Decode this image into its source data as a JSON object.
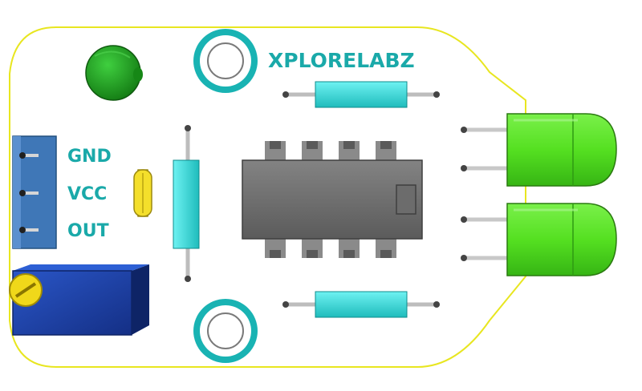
{
  "brand": {
    "text": "XPLORELABZ",
    "color": "#1aa9a9"
  },
  "pins": {
    "labels": [
      "GND",
      "VCC",
      "OUT"
    ],
    "color": "#1aa9a9"
  },
  "colors": {
    "board": "#ffffff",
    "outline": "#e8e620",
    "teal": "#19b3b3",
    "resistor": "#3de0e0",
    "ic_body": "#6f6f6f",
    "ic_pin": "#8a8a8a",
    "ir_led": "#55e021",
    "status_led": "#1f9a1f",
    "header": "#3f77b7",
    "potentiometer": "#1b3fa6",
    "pot_screw": "#f0d81a",
    "capacitor": "#f4df2b"
  },
  "components": {
    "mounting_holes": 2,
    "resistors": 3,
    "ir_leds": 2,
    "ic_pins_per_side": 4,
    "header_pins": 3
  }
}
